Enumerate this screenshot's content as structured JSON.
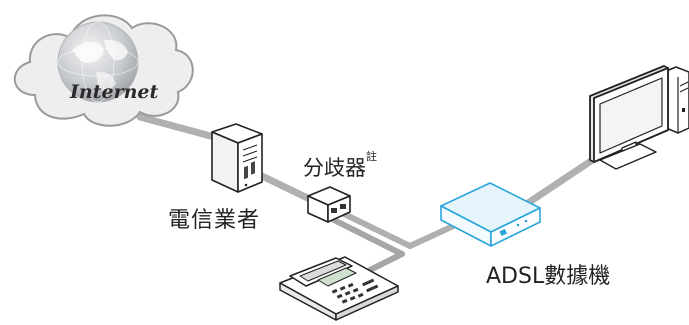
{
  "labels": {
    "internet": "Internet",
    "isp": "電信業者",
    "splitter": "分歧器",
    "splitter_note": "註",
    "modem": "ADSL數據機"
  },
  "colors": {
    "cable": "#b0b0b0",
    "cable_dark": "#8e8e8e",
    "cloud_fill": "#eeeeee",
    "cloud_stroke": "#9a9a9a",
    "globe": "#b8bcc0",
    "device_stroke": "#222222",
    "modem_fill": "#e6f5fc",
    "modem_stroke": "#2aa6dc"
  },
  "icons": [
    "cloud-icon",
    "globe-icon",
    "server-icon",
    "splitter-icon",
    "telephone-icon",
    "adsl-modem-icon",
    "monitor-icon",
    "computer-tower-icon"
  ]
}
